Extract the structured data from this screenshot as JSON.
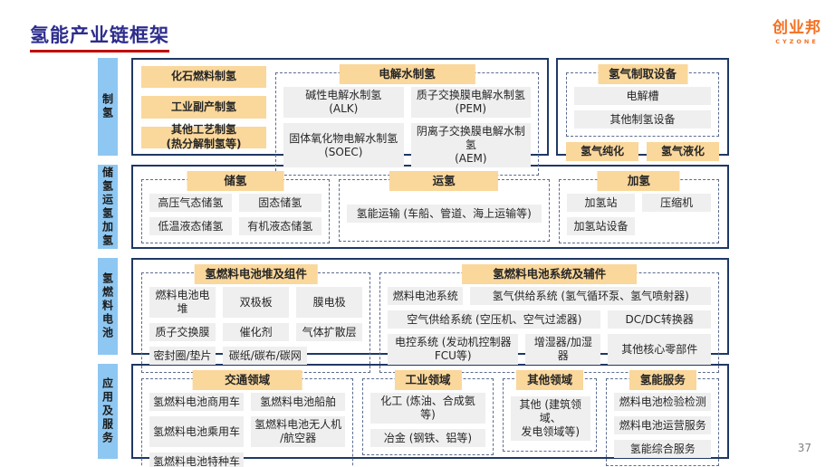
{
  "slide": {
    "title": "氢能产业链框架",
    "page_number": "37",
    "logo": {
      "name": "创业邦",
      "tagline": "CYZONE"
    }
  },
  "colors": {
    "header_orange": "#FAD79B",
    "cell_gray": "#EFEFEF",
    "label_blue": "#8EC7F1",
    "border_navy": "#1F3864",
    "dashed_border": "#5B6B8F",
    "title_navy": "#2D2D8C",
    "underline_red": "#C00000",
    "logo_orange": "#F37021"
  },
  "rows": [
    {
      "label": "制氢",
      "boxes": [
        {
          "flex": "2.6",
          "groups": [
            {
              "kind": "stack",
              "items": [
                "化石燃料制氢",
                "工业副产制氢",
                "其他工艺制氢\n(热分解制氢等)"
              ]
            },
            {
              "kind": "dashed",
              "header": "电解水制氢",
              "flex": "1",
              "cells": [
                {
                  "t": "碱性电解水制氢\n(ALK)",
                  "s": 6
                },
                {
                  "t": "质子交换膜电解水制氢\n(PEM)",
                  "s": 6
                },
                {
                  "t": "固体氧化物电解水制氢\n(SOEC)",
                  "s": 6
                },
                {
                  "t": "阴离子交换膜电解水制氢\n(AEM)",
                  "s": 6
                }
              ]
            }
          ]
        },
        {
          "flex": "1",
          "groups": [
            {
              "kind": "dashed",
              "header": "氢气制取设备",
              "flex": "1",
              "cells": [
                {
                  "t": "电解槽",
                  "s": 12
                },
                {
                  "t": "其他制氢设备",
                  "s": 12
                }
              ],
              "footer": [
                "氢气纯化",
                "氢气液化"
              ]
            }
          ]
        }
      ]
    },
    {
      "label": "储氢运氢加氢",
      "boxes": [
        {
          "flex": "1",
          "groups": [
            {
              "kind": "dashed",
              "header": "储氢",
              "flex": "2.05",
              "cells": [
                {
                  "t": "高压气态储氢",
                  "s": 6
                },
                {
                  "t": "固态储氢",
                  "s": 6
                },
                {
                  "t": "低温液态储氢",
                  "s": 6
                },
                {
                  "t": "有机液态储氢",
                  "s": 6
                }
              ]
            },
            {
              "kind": "dashed",
              "header": "运氢",
              "flex": "2.3",
              "cells": [
                {
                  "t": "氢能运输 (车船、管道、海上运输等)",
                  "s": 12
                }
              ]
            },
            {
              "kind": "dashed",
              "header": "加氢",
              "flex": "1.75",
              "cells": [
                {
                  "t": "加氢站",
                  "s": 6
                },
                {
                  "t": "压缩机",
                  "s": 6
                },
                {
                  "t": "加氢站设备",
                  "s": 6
                }
              ]
            }
          ]
        }
      ]
    },
    {
      "label": "氢燃料电池",
      "boxes": [
        {
          "flex": "1",
          "groups": [
            {
              "kind": "dashed",
              "header": "氢燃料电池堆及组件",
              "flex": "1",
              "cells": [
                {
                  "t": "燃料电池电堆",
                  "s": 4
                },
                {
                  "t": "双极板",
                  "s": 4
                },
                {
                  "t": "膜电极",
                  "s": 4
                },
                {
                  "t": "质子交换膜",
                  "s": 4
                },
                {
                  "t": "催化剂",
                  "s": 4
                },
                {
                  "t": "气体扩散层",
                  "s": 4
                },
                {
                  "t": "密封圈/垫片",
                  "s": 4
                },
                {
                  "t": "碳纸/碳布/碳网",
                  "s": 5
                }
              ]
            },
            {
              "kind": "dashed",
              "header": "氢燃料电池系统及辅件",
              "flex": "1.48",
              "cells": [
                {
                  "t": "燃料电池系统",
                  "s": 3
                },
                {
                  "t": "氢气供给系统 (氢气循环泵、氢气喷射器)",
                  "s": 9
                },
                {
                  "t": "空气供给系统 (空压机、空气过滤器)",
                  "s": 8
                },
                {
                  "t": "DC/DC转换器",
                  "s": 4
                },
                {
                  "t": "电控系统 (发动机控制器FCU等)",
                  "s": 5
                },
                {
                  "t": "增湿器/加湿器",
                  "s": 3
                },
                {
                  "t": "其他核心零部件",
                  "s": 4
                }
              ]
            }
          ]
        }
      ]
    },
    {
      "label": "应用及服务",
      "boxes": [
        {
          "flex": "1",
          "groups": [
            {
              "kind": "dashed",
              "header": "交通领域",
              "flex": "2.35",
              "cells": [
                {
                  "t": "氢燃料电池商用车",
                  "s": 6
                },
                {
                  "t": "氢燃料电池船舶",
                  "s": 6
                },
                {
                  "t": "氢燃料电池乘用车",
                  "s": 6
                },
                {
                  "t": "氢燃料电池无人机\n/航空器",
                  "s": 6
                },
                {
                  "t": "氢燃料电池特种车",
                  "s": 6
                }
              ]
            },
            {
              "kind": "dashed",
              "header": "工业领域",
              "flex": "1.45",
              "cells": [
                {
                  "t": "化工 (炼油、合成氨等)",
                  "s": 12
                },
                {
                  "t": "冶金 (钢铁、铝等)",
                  "s": 12
                }
              ]
            },
            {
              "kind": "dashed",
              "header": "其他领域",
              "flex": "1.05",
              "cells": [
                {
                  "t": "其他 (建筑领域、\n发电领域等)",
                  "s": 12
                }
              ]
            },
            {
              "kind": "dashed",
              "header": "氢能服务",
              "flex": "1.25",
              "cells": [
                {
                  "t": "燃料电池检验检测",
                  "s": 12
                },
                {
                  "t": "燃料电池运营服务",
                  "s": 12
                },
                {
                  "t": "氢能综合服务",
                  "s": 12
                }
              ]
            }
          ]
        }
      ]
    }
  ]
}
